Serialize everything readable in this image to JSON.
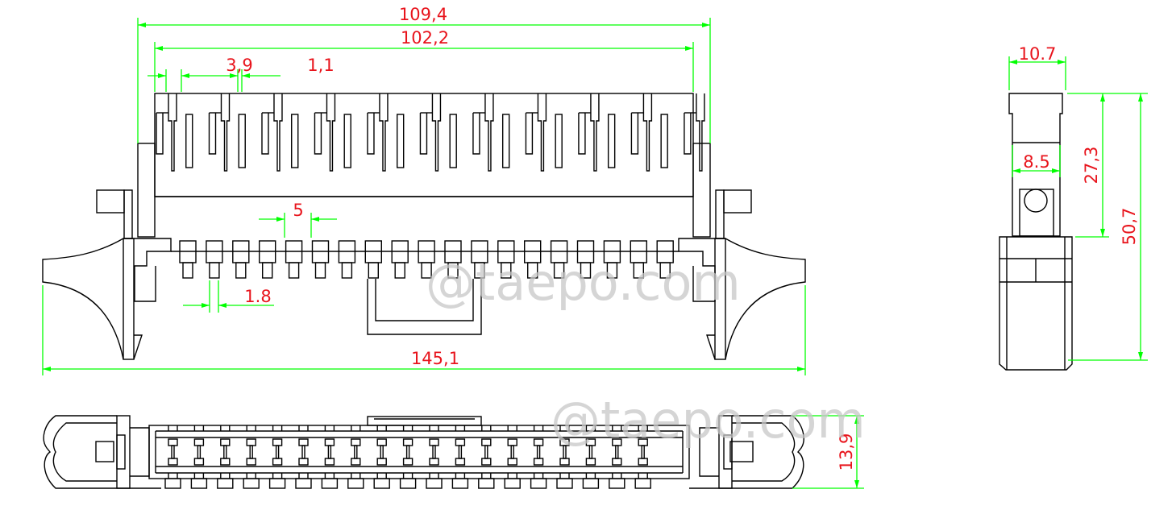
{
  "drawing": {
    "title": "Connector module technical drawing",
    "views": [
      "front",
      "side",
      "bottom"
    ],
    "line_color": "#000000",
    "dimension_line_color": "#00ff00",
    "dimension_text_color": "#e8141c"
  },
  "dimensions": {
    "overall_body_width": "109,4",
    "contact_span": "102,2",
    "contact_pitch": "3,9",
    "contact_gap": "1,1",
    "pin_pitch": "5",
    "pin_width": "1.8",
    "total_length": "145,1",
    "side_top_width": "10.7",
    "side_inner_width": "8.5",
    "side_upper_height": "27,3",
    "side_total_height": "50,7",
    "bottom_depth": "13,9"
  },
  "watermark": {
    "front": "@taepo.com",
    "bottom": "@taepo.com"
  }
}
